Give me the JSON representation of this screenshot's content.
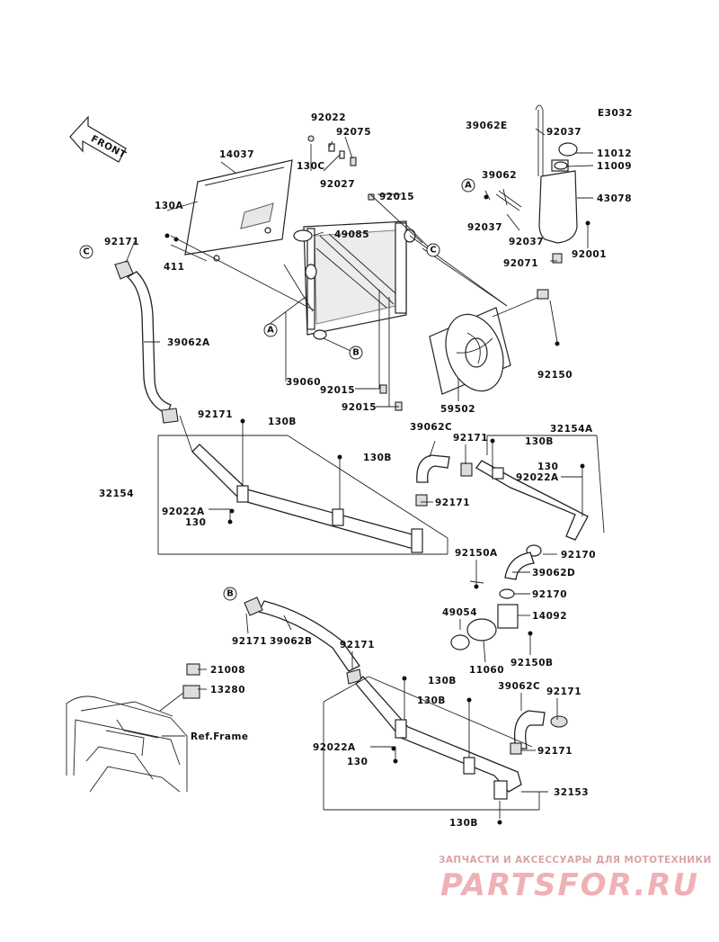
{
  "code": "E3032",
  "front": "FRONT",
  "circles": [
    "A",
    "B",
    "C"
  ],
  "ref_frame": "Ref.Frame",
  "labels": {
    "p92022": "92022",
    "p92075": "92075",
    "p130C": "130C",
    "p92027": "92027",
    "p14037": "14037",
    "p130A": "130A",
    "p411": "411",
    "p92015a": "92015",
    "p49085": "49085",
    "p39060": "39060",
    "p92015b": "92015",
    "p92015c": "92015",
    "p39062E": "39062E",
    "p92037a": "92037",
    "p11012": "11012",
    "p11009": "11009",
    "p39062": "39062",
    "p43078": "43078",
    "p92037b": "92037",
    "p92037c": "92037",
    "p92071": "92071",
    "p92001": "92001",
    "p92150": "92150",
    "p59502": "59502",
    "p92171a": "92171",
    "p39062A": "39062A",
    "p92171b": "92171",
    "p130Ba": "130B",
    "p130Bb": "130B",
    "p32154": "32154",
    "p92022Aa": "92022A",
    "p130a": "130",
    "p39062C": "39062C",
    "p92171c": "92171",
    "p92171d": "92171",
    "p130Bc": "130B",
    "p32154A": "32154A",
    "p130b": "130",
    "p92022Ab": "92022A",
    "p92170a": "92170",
    "p92150A": "92150A",
    "p39062D": "39062D",
    "p92170b": "92170",
    "p49054": "49054",
    "p14092": "14092",
    "p11060": "11060",
    "p92150B": "92150B",
    "p92171e": "92171",
    "p39062B": "39062B",
    "p92171f": "92171",
    "p21008": "21008",
    "p13280": "13280",
    "p130Bd": "130B",
    "p130Be": "130B",
    "p39062C2": "39062C",
    "p92171g": "92171",
    "p92022Ac": "92022A",
    "p92171h": "92171",
    "p130c": "130",
    "p32153": "32153",
    "p130Bf": "130B"
  },
  "watermark": {
    "tagline": "ЗАПЧАСТИ И АКСЕССУАРЫ ДЛЯ МОТОТЕХНИКИ",
    "logo": "PARTSFOR.RU"
  }
}
